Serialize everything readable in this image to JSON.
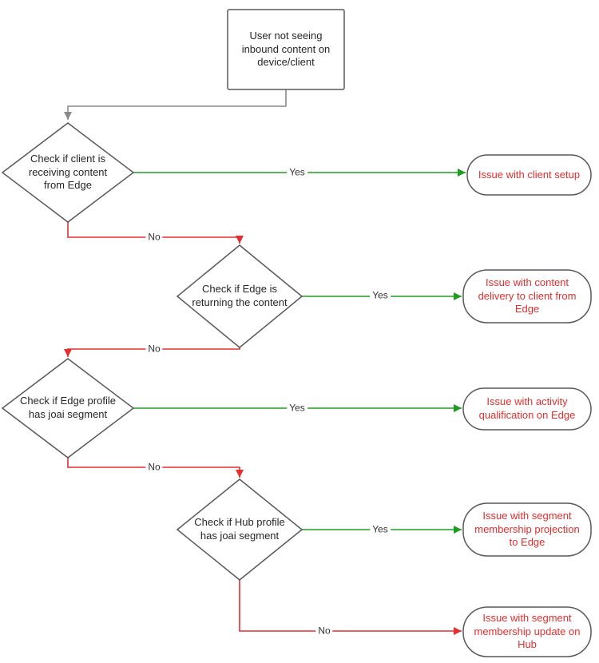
{
  "diagram": {
    "type": "flowchart",
    "start": {
      "label": "User not seeing inbound content on device/client"
    },
    "decisions": [
      {
        "label": "Check if client is receiving content from Edge"
      },
      {
        "label": "Check if Edge is returning the content"
      },
      {
        "label": "Check if Edge profile has joai segment"
      },
      {
        "label": "Check if Hub profile has joai segment"
      }
    ],
    "outcomes": [
      {
        "label": "Issue with client setup"
      },
      {
        "label": "Issue with content delivery to client from Edge"
      },
      {
        "label": "Issue with activity qualification on Edge"
      },
      {
        "label": "Issue with segment membership projection to Edge"
      },
      {
        "label": "Issue with segment membership update on Hub"
      }
    ],
    "edges": [
      {
        "from": "start",
        "to": "decision-1",
        "label": ""
      },
      {
        "from": "decision-1",
        "to": "outcome-1",
        "label": "Yes"
      },
      {
        "from": "decision-1",
        "to": "decision-2",
        "label": "No"
      },
      {
        "from": "decision-2",
        "to": "outcome-2",
        "label": "Yes"
      },
      {
        "from": "decision-2",
        "to": "decision-3",
        "label": "No"
      },
      {
        "from": "decision-3",
        "to": "outcome-3",
        "label": "Yes"
      },
      {
        "from": "decision-3",
        "to": "decision-4",
        "label": "No"
      },
      {
        "from": "decision-4",
        "to": "outcome-4",
        "label": "Yes"
      },
      {
        "from": "decision-4",
        "to": "outcome-5",
        "label": "No"
      }
    ],
    "colors": {
      "yes_arrow": "#1e9b22",
      "no_arrow": "#e62e2e",
      "connector": "#8a8a8a",
      "node_border": "#595959",
      "node_fill": "#ffffff",
      "text": "#262626",
      "outcome_text": "#e62e2e"
    }
  }
}
